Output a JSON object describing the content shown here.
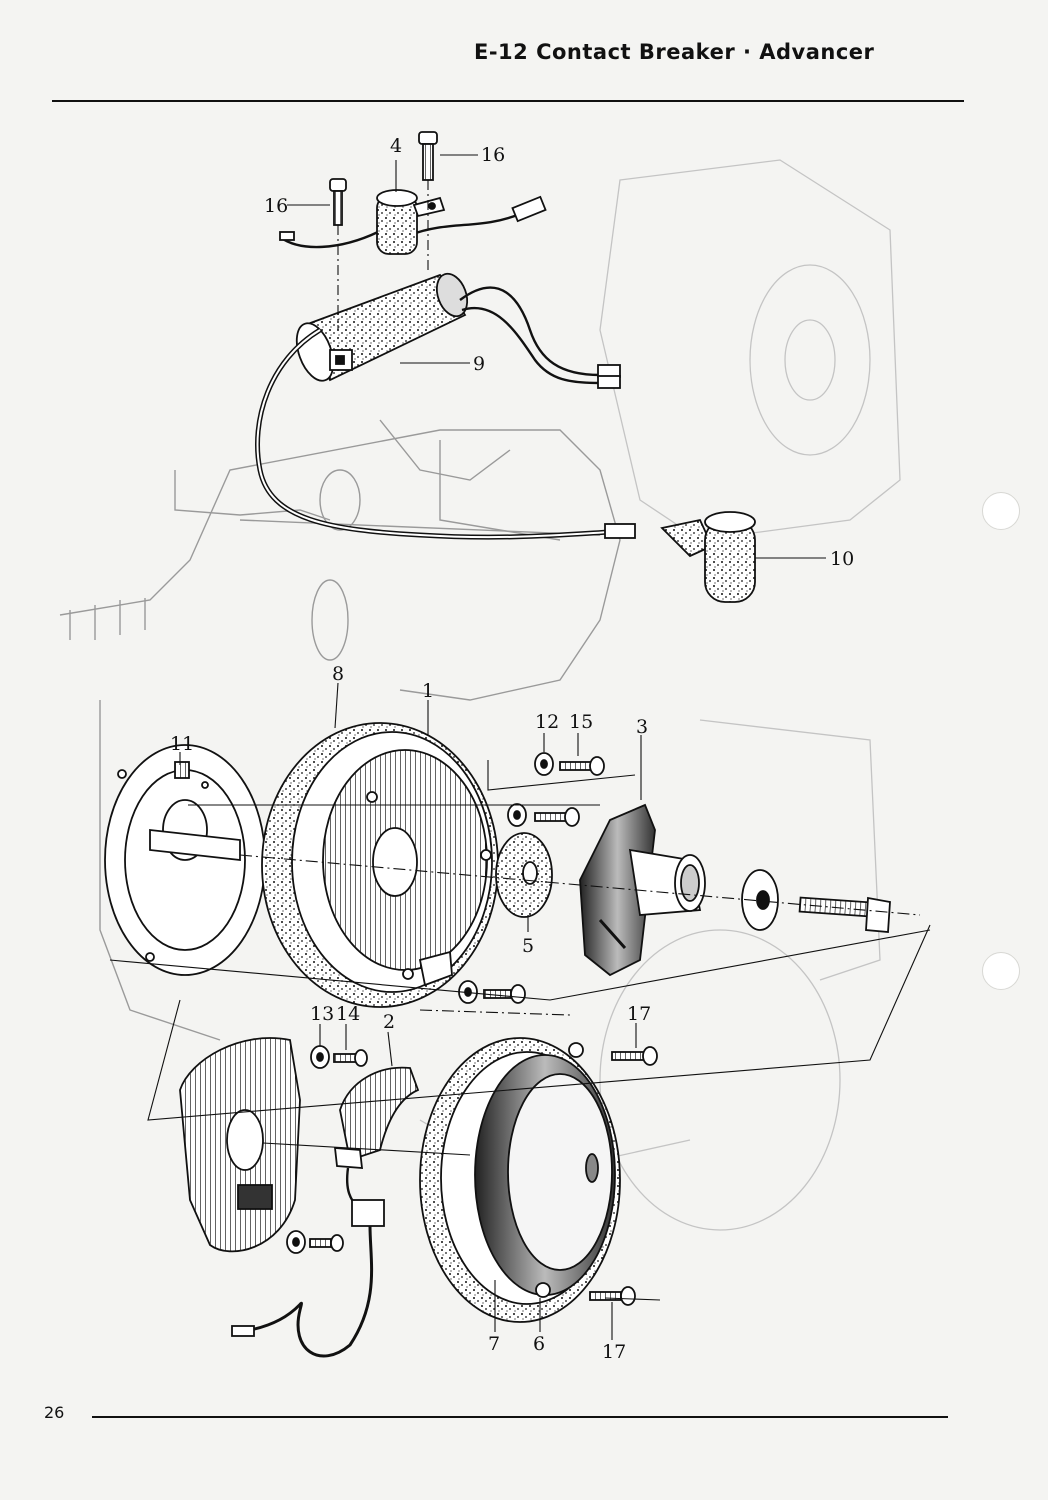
{
  "header": {
    "title": "E-12  Contact Breaker · Advancer"
  },
  "footer": {
    "page_number": "26"
  },
  "diagram": {
    "callouts": [
      {
        "id": "c16a",
        "label": "16"
      },
      {
        "id": "c4",
        "label": "4"
      },
      {
        "id": "c16b",
        "label": "16"
      },
      {
        "id": "c9",
        "label": "9"
      },
      {
        "id": "c10",
        "label": "10"
      },
      {
        "id": "c8",
        "label": "8"
      },
      {
        "id": "c1",
        "label": "1"
      },
      {
        "id": "c12",
        "label": "12"
      },
      {
        "id": "c15",
        "label": "15"
      },
      {
        "id": "c3",
        "label": "3"
      },
      {
        "id": "c11",
        "label": "11"
      },
      {
        "id": "c5",
        "label": "5"
      },
      {
        "id": "c13",
        "label": "13"
      },
      {
        "id": "c14",
        "label": "14"
      },
      {
        "id": "c2",
        "label": "2"
      },
      {
        "id": "c17a",
        "label": "17"
      },
      {
        "id": "c7",
        "label": "7"
      },
      {
        "id": "c6",
        "label": "6"
      },
      {
        "id": "c17b",
        "label": "17"
      }
    ]
  }
}
